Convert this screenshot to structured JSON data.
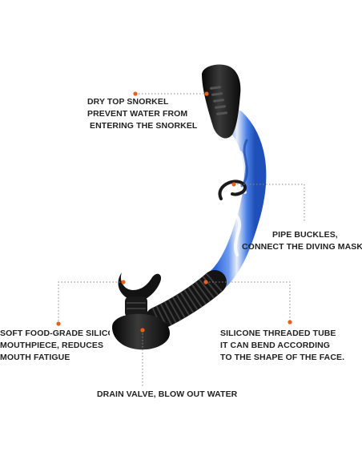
{
  "colors": {
    "callout_dot": "#e8601c",
    "callout_line": "#8a8a8a",
    "text": "#222222",
    "rubber": "#151515",
    "tube_blue": "#2f6fe0",
    "tube_white": "#e9eef8"
  },
  "callouts": {
    "dry_top": {
      "lines": [
        "DRY TOP SNORKEL",
        "PREVENT WATER FROM",
        " ENTERING THE SNORKEL"
      ]
    },
    "pipe_buckles": {
      "lines": [
        "PIPE BUCKLES,",
        "CONNECT THE DIVING MASK"
      ]
    },
    "mouthpiece": {
      "lines": [
        "SOFT FOOD-GRADE SILICONE",
        "MOUTHPIECE, REDUCES",
        "MOUTH FATIGUE"
      ]
    },
    "silicone_tube": {
      "lines": [
        "SILICONE THREADED TUBE",
        "IT CAN BEND ACCORDING",
        "TO THE SHAPE OF THE FACE."
      ]
    },
    "drain_valve": {
      "lines": [
        "DRAIN VALVE, BLOW OUT WATER"
      ]
    }
  }
}
